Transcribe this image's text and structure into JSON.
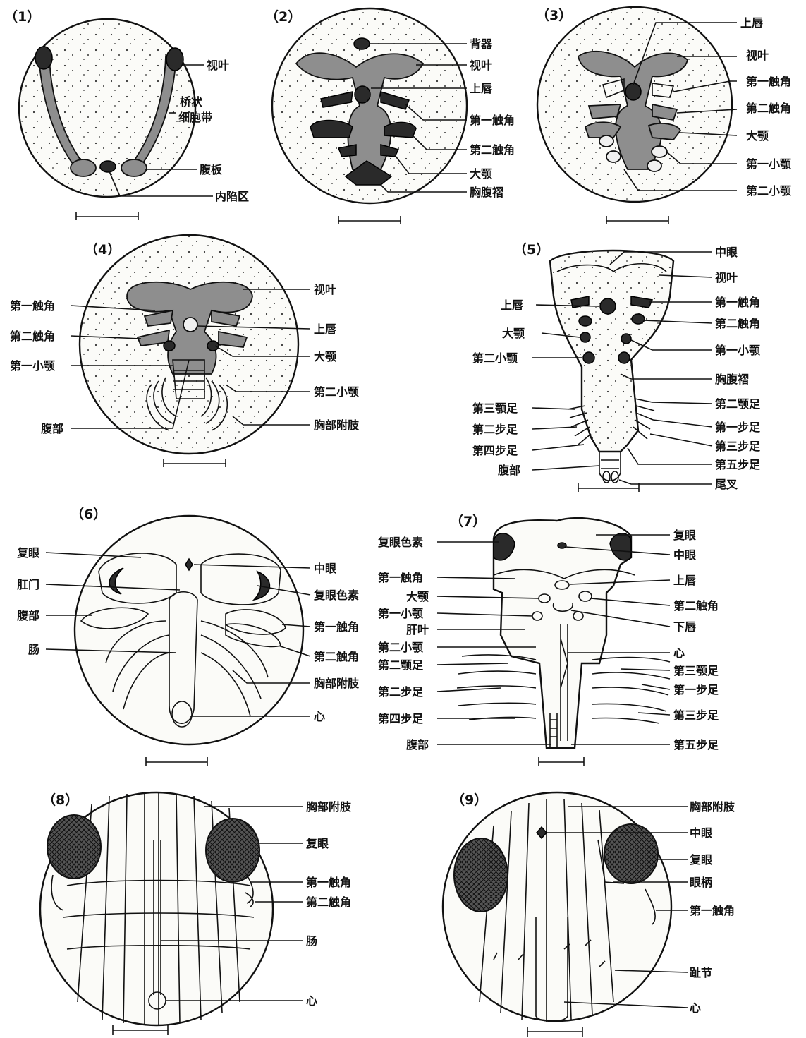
{
  "figure": {
    "panels": [
      {
        "number": "（1）",
        "labels": [
          "视叶",
          "桥状",
          "细胞带",
          "腹板",
          "内陷区"
        ]
      },
      {
        "number": "（2）",
        "labels": [
          "背器",
          "视叶",
          "上唇",
          "第一触角",
          "第二触角",
          "大颚",
          "胸腹褶"
        ]
      },
      {
        "number": "（3）",
        "labels": [
          "上唇",
          "视叶",
          "第一触角",
          "第二触角",
          "大颚",
          "第一小颚",
          "第二小颚"
        ]
      },
      {
        "number": "（4）",
        "labels": [
          "视叶",
          "第一触角",
          "上唇",
          "第二触角",
          "大颚",
          "第一小颚",
          "第二小颚",
          "腹部",
          "胸部附肢"
        ]
      },
      {
        "number": "（5）",
        "labels": [
          "中眼",
          "视叶",
          "上唇",
          "第一触角",
          "第二触角",
          "大颚",
          "第一小颚",
          "第二小颚",
          "胸腹褶",
          "第三颚足",
          "第二颚足",
          "第二步足",
          "第一步足",
          "第四步足",
          "第三步足",
          "腹部",
          "第五步足",
          "尾叉"
        ]
      },
      {
        "number": "（6）",
        "labels": [
          "复眼",
          "中眼",
          "肛门",
          "复眼色素",
          "腹部",
          "第一触角",
          "肠",
          "第二触角",
          "胸部附肢",
          "心"
        ]
      },
      {
        "number": "（7）",
        "labels": [
          "复眼色素",
          "复眼",
          "中眼",
          "第一触角",
          "上唇",
          "大颚",
          "第二触角",
          "第一小颚",
          "下唇",
          "肝叶",
          "第二小颚",
          "心",
          "第二颚足",
          "第三颚足",
          "第二步足",
          "第一步足",
          "第四步足",
          "第三步足",
          "腹部",
          "第五步足"
        ]
      },
      {
        "number": "（8）",
        "labels": [
          "胸部附肢",
          "复眼",
          "第一触角",
          "第二触角",
          "肠",
          "心"
        ]
      },
      {
        "number": "（9）",
        "labels": [
          "胸部附肢",
          "中眼",
          "复眼",
          "眼柄",
          "第一触角",
          "趾节",
          "心"
        ]
      }
    ]
  }
}
